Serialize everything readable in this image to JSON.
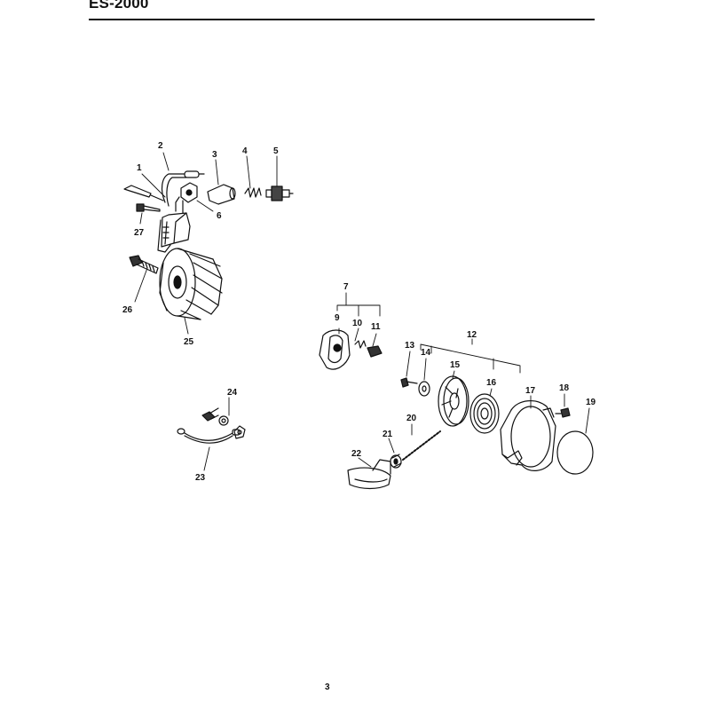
{
  "header": {
    "title": "ES-2000"
  },
  "footer": {
    "page_number": "3"
  },
  "callouts": {
    "c1": "1",
    "c2": "2",
    "c3": "3",
    "c4": "4",
    "c5": "5",
    "c6": "6",
    "c7": "7",
    "c9": "9",
    "c10": "10",
    "c11": "11",
    "c12": "12",
    "c13": "13",
    "c14": "14",
    "c15": "15",
    "c16": "16",
    "c17": "17",
    "c18": "18",
    "c19": "19",
    "c20": "20",
    "c21": "21",
    "c22": "22",
    "c23": "23",
    "c24": "24",
    "c25": "25",
    "c26": "26",
    "c27": "27"
  }
}
